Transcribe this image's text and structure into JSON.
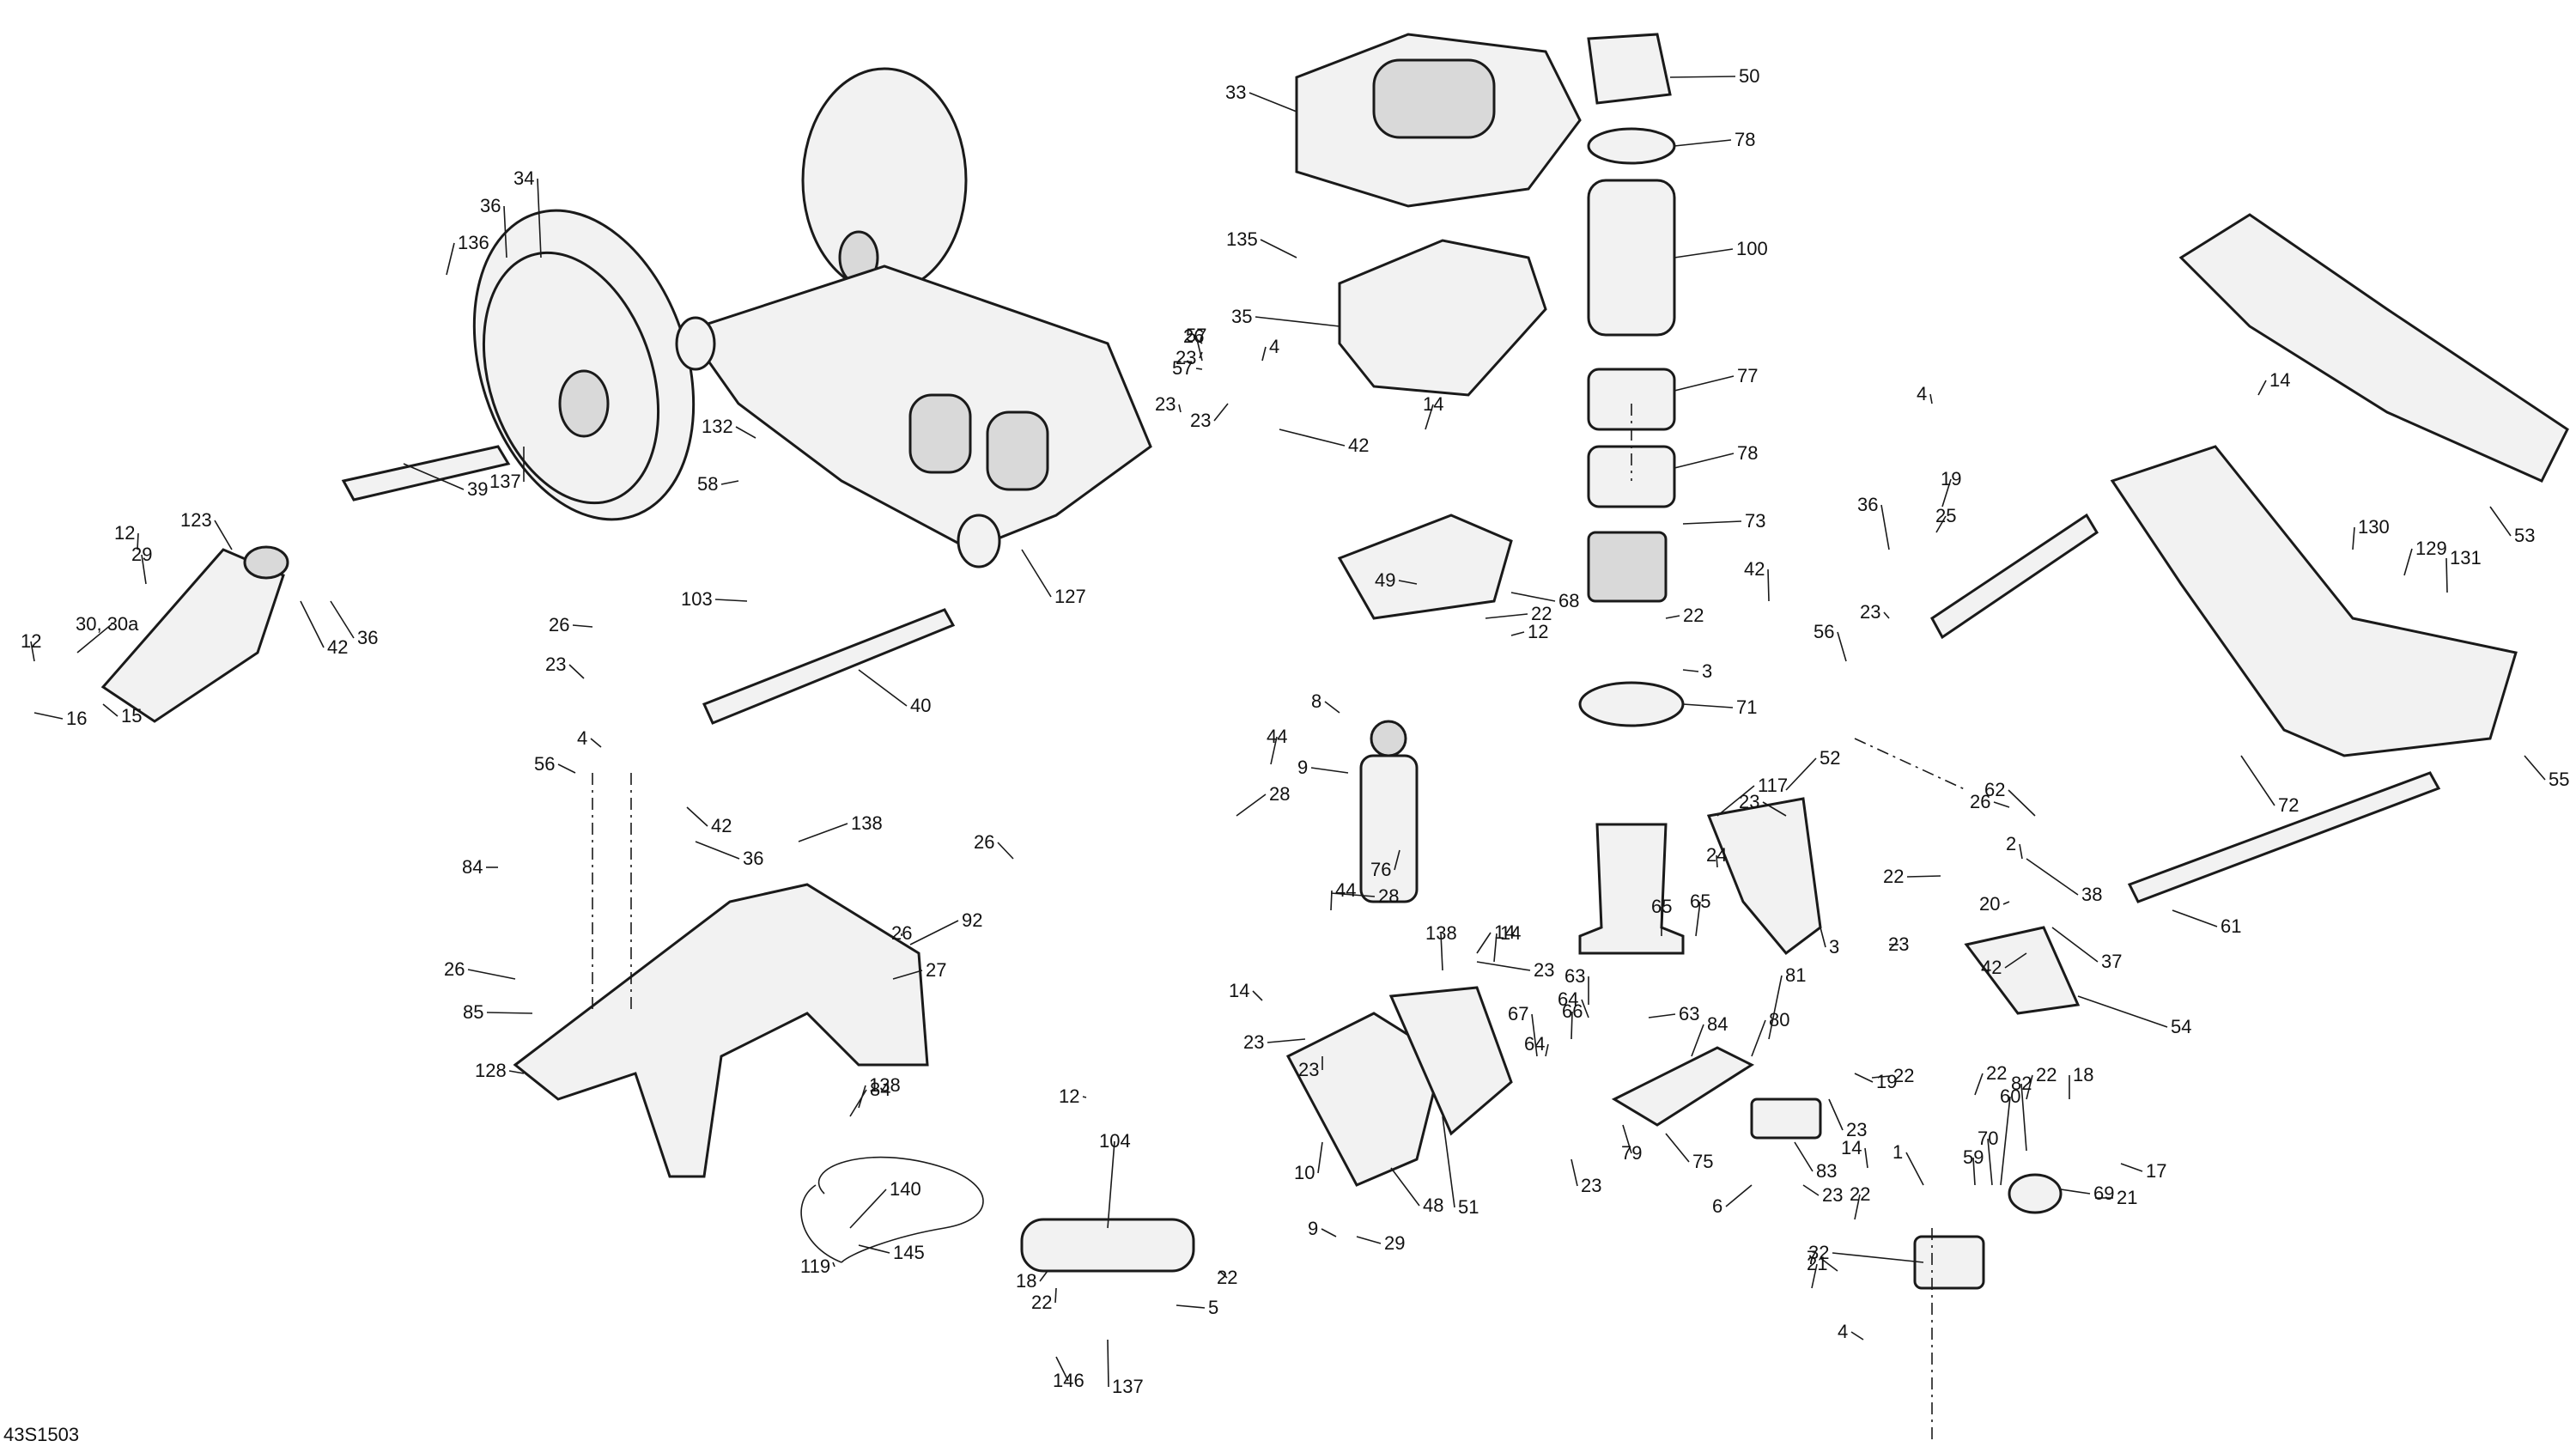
{
  "diagram": {
    "reference_code": "43S1503",
    "callouts": [
      "1",
      "2",
      "3",
      "3",
      "4",
      "4",
      "4",
      "4",
      "5",
      "6",
      "7",
      "8",
      "9",
      "9",
      "10",
      "12",
      "12",
      "12",
      "12",
      "14",
      "14",
      "14",
      "14",
      "14",
      "14",
      "15",
      "16",
      "17",
      "18",
      "18",
      "19",
      "19",
      "20",
      "21",
      "21",
      "22",
      "22",
      "22",
      "22",
      "22",
      "22",
      "22",
      "22",
      "22",
      "23",
      "23",
      "23",
      "23",
      "23",
      "23",
      "23",
      "23",
      "23",
      "23",
      "23",
      "23",
      "23",
      "24",
      "25",
      "26",
      "26",
      "26",
      "26",
      "26",
      "26",
      "27",
      "28",
      "28",
      "29",
      "29",
      "30, 30a",
      "32",
      "33",
      "34",
      "35",
      "36",
      "36",
      "36",
      "36",
      "37",
      "38",
      "39",
      "40",
      "42",
      "42",
      "42",
      "42",
      "42",
      "44",
      "44",
      "48",
      "49",
      "50",
      "51",
      "52",
      "53",
      "54",
      "55",
      "56",
      "56",
      "57",
      "57",
      "58",
      "59",
      "60",
      "61",
      "62",
      "63",
      "63",
      "64",
      "64",
      "65",
      "65",
      "66",
      "67",
      "68",
      "69",
      "70",
      "71",
      "72",
      "73",
      "75",
      "76",
      "77",
      "78",
      "78",
      "79",
      "80",
      "81",
      "82",
      "83",
      "84",
      "84",
      "84",
      "85",
      "92",
      "100",
      "103",
      "104",
      "117",
      "119",
      "123",
      "127",
      "128",
      "129",
      "130",
      "131",
      "132",
      "135",
      "136",
      "137",
      "137",
      "138",
      "138",
      "138",
      "140",
      "145",
      "146"
    ]
  }
}
